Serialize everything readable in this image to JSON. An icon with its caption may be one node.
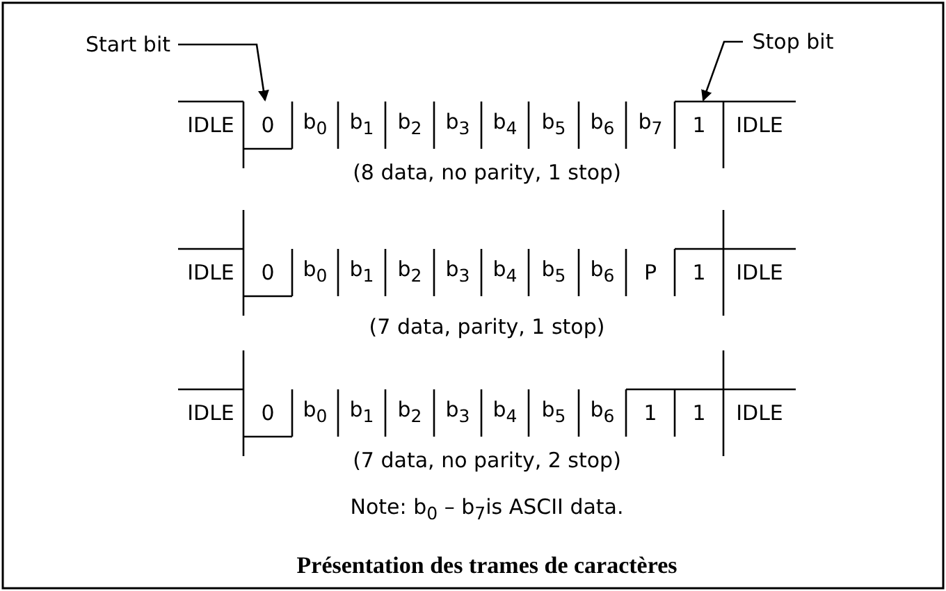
{
  "diagram": {
    "caption": "Présentation des trames de caractères",
    "nodes": [
      {
        "text": [
          "Start bit"
        ]
      },
      {
        "text": [
          "0"
        ]
      },
      {
        "text": [
          "Stop bit"
        ]
      },
      {
        "text": [
          "1"
        ]
      }
    ],
    "edges": [
      {
        "from": 0,
        "to": 1,
        "arrow": "to"
      },
      {
        "from": 2,
        "to": 3,
        "arrow": "to"
      }
    ],
    "labels": [
      "IDLE",
      "b$_{0}$",
      "b$_{1}$",
      "b$_{2}$",
      "b$_{3}$",
      "b$_{4}$",
      "b$_{5}$",
      "b$_{6}$",
      "b$_{7}$",
      "IDLE",
      "(8 data, no parity, 1 stop)",
      "IDLE",
      "0",
      "b$_{0}$",
      "b$_{1}$",
      "b$_{2}$",
      "b$_{3}$",
      "b$_{4}$",
      "b$_{5}$",
      "b$_{6}$",
      "P",
      "1",
      "IDLE",
      "(7 data, parity, 1 stop)",
      "IDLE",
      "0",
      "b$_{0}$",
      "b$_{1}$",
      "b$_{2}$",
      "b$_{3}$",
      "b$_{4}$",
      "b$_{5}$",
      "b$_{6}$",
      "1",
      "1",
      "IDLE",
      "(7 data, no parity, 2 stop)",
      "Note: b$_{0}$ – b$_{7}$is ASCII data."
    ]
  }
}
